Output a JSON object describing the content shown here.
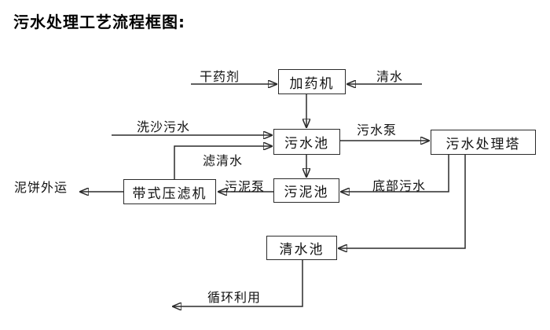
{
  "title": "污水处理工艺流程框图:",
  "colors": {
    "background": "#ffffff",
    "line": "#2b2b2b",
    "text": "#111111"
  },
  "nodes": {
    "dosing_machine": "加药机",
    "sewage_pool": "污水池",
    "sewage_treatment_tower": "污水处理塔",
    "sludge_pool": "污泥池",
    "belt_filter_press": "带式压滤机",
    "clean_water_pool": "清水池"
  },
  "flow_labels": {
    "dry_chemical": "干药剂",
    "clean_water": "清水",
    "sand_washing_sewage": "洗沙污水",
    "filtered_water": "滤清水",
    "sewage_pump": "污水泵",
    "sludge_pump": "污泥泵",
    "bottom_sewage": "底部污水",
    "mud_cake_out": "泥饼外运",
    "recycling": "循环利用"
  },
  "edges": [
    {
      "from": "干药剂(外部)",
      "to": "加药机",
      "label": "干药剂"
    },
    {
      "from": "清水(外部)",
      "to": "加药机",
      "label": "清水"
    },
    {
      "from": "加药机",
      "to": "污水池",
      "label": ""
    },
    {
      "from": "洗沙污水(外部)",
      "to": "污水池",
      "label": "洗沙污水"
    },
    {
      "from": "带式压滤机",
      "to": "污水池",
      "label": "滤清水"
    },
    {
      "from": "污水池",
      "to": "污水处理塔",
      "label": "污水泵"
    },
    {
      "from": "污水池",
      "to": "污泥池",
      "label": ""
    },
    {
      "from": "污水处理塔",
      "to": "污泥池",
      "label": "底部污水"
    },
    {
      "from": "污泥池",
      "to": "带式压滤机",
      "label": "污泥泵"
    },
    {
      "from": "带式压滤机",
      "to": "泥饼外运(外部)",
      "label": "泥饼外运"
    },
    {
      "from": "污水处理塔",
      "to": "清水池",
      "label": ""
    },
    {
      "from": "清水池",
      "to": "循环利用(外部)",
      "label": "循环利用"
    }
  ]
}
